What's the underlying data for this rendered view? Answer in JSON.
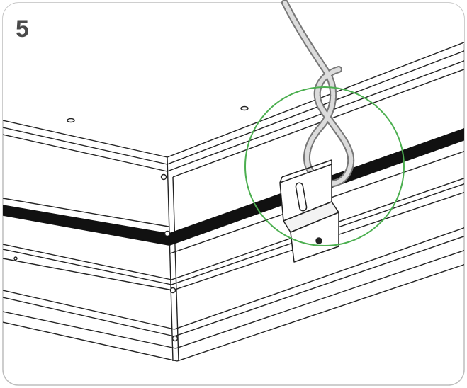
{
  "step": {
    "number": "5"
  },
  "colors": {
    "highlight_circle": "#4caf50",
    "border": "#bdbdbd",
    "line": "#222222",
    "step_text": "#4a4a4a"
  },
  "illustration": {
    "subject": "ceiling-panel-corner-with-hanging-clip-and-wire",
    "icons": [
      "hanging-wire-icon",
      "mounting-clip-icon",
      "detail-highlight-circle"
    ]
  }
}
